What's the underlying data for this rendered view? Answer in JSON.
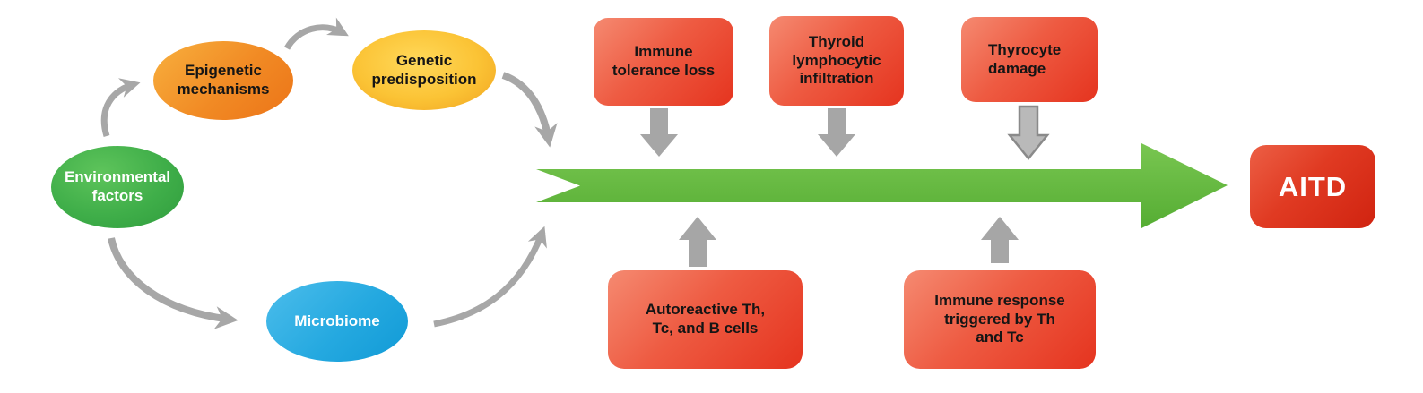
{
  "diagram_subject": "AITD pathogenesis flow",
  "nodes": {
    "environmental": {
      "label": "Environmental\nfactors",
      "color": "#3fae49"
    },
    "epigenetic": {
      "label": "Epigenetic\nmechanisms",
      "color": "#f18a24"
    },
    "genetic": {
      "label": "Genetic\npredisposition",
      "color": "#fbc335"
    },
    "microbiome": {
      "label": "Microbiome",
      "color": "#25a9e0"
    },
    "immune_tolerance": {
      "label": "Immune\ntolerance loss",
      "color": "#ee5b42"
    },
    "thyroid_infiltration": {
      "label": "Thyroid\nlymphocytic\ninfiltration",
      "color": "#ee5b42"
    },
    "thyrocyte_damage": {
      "label": "Thyrocyte\ndamage",
      "color": "#ee5b42"
    },
    "autoreactive": {
      "label": "Autoreactive Th,\nTc, and B cells",
      "color": "#ee5b42"
    },
    "immune_response": {
      "label": "Immune response\ntriggered by Th\nand Tc",
      "color": "#ee5b42"
    },
    "aitd": {
      "label": "AITD",
      "color": "#d02310"
    }
  },
  "connector_colors": {
    "curved_arrow_gray": "#a7a7a7",
    "block_arrow_gray": "#a6a6a6",
    "outlined_arrow_fill": "#b9b9b9",
    "outlined_arrow_stroke": "#8a8a8a",
    "main_arrow_green": "#63ba3e"
  }
}
